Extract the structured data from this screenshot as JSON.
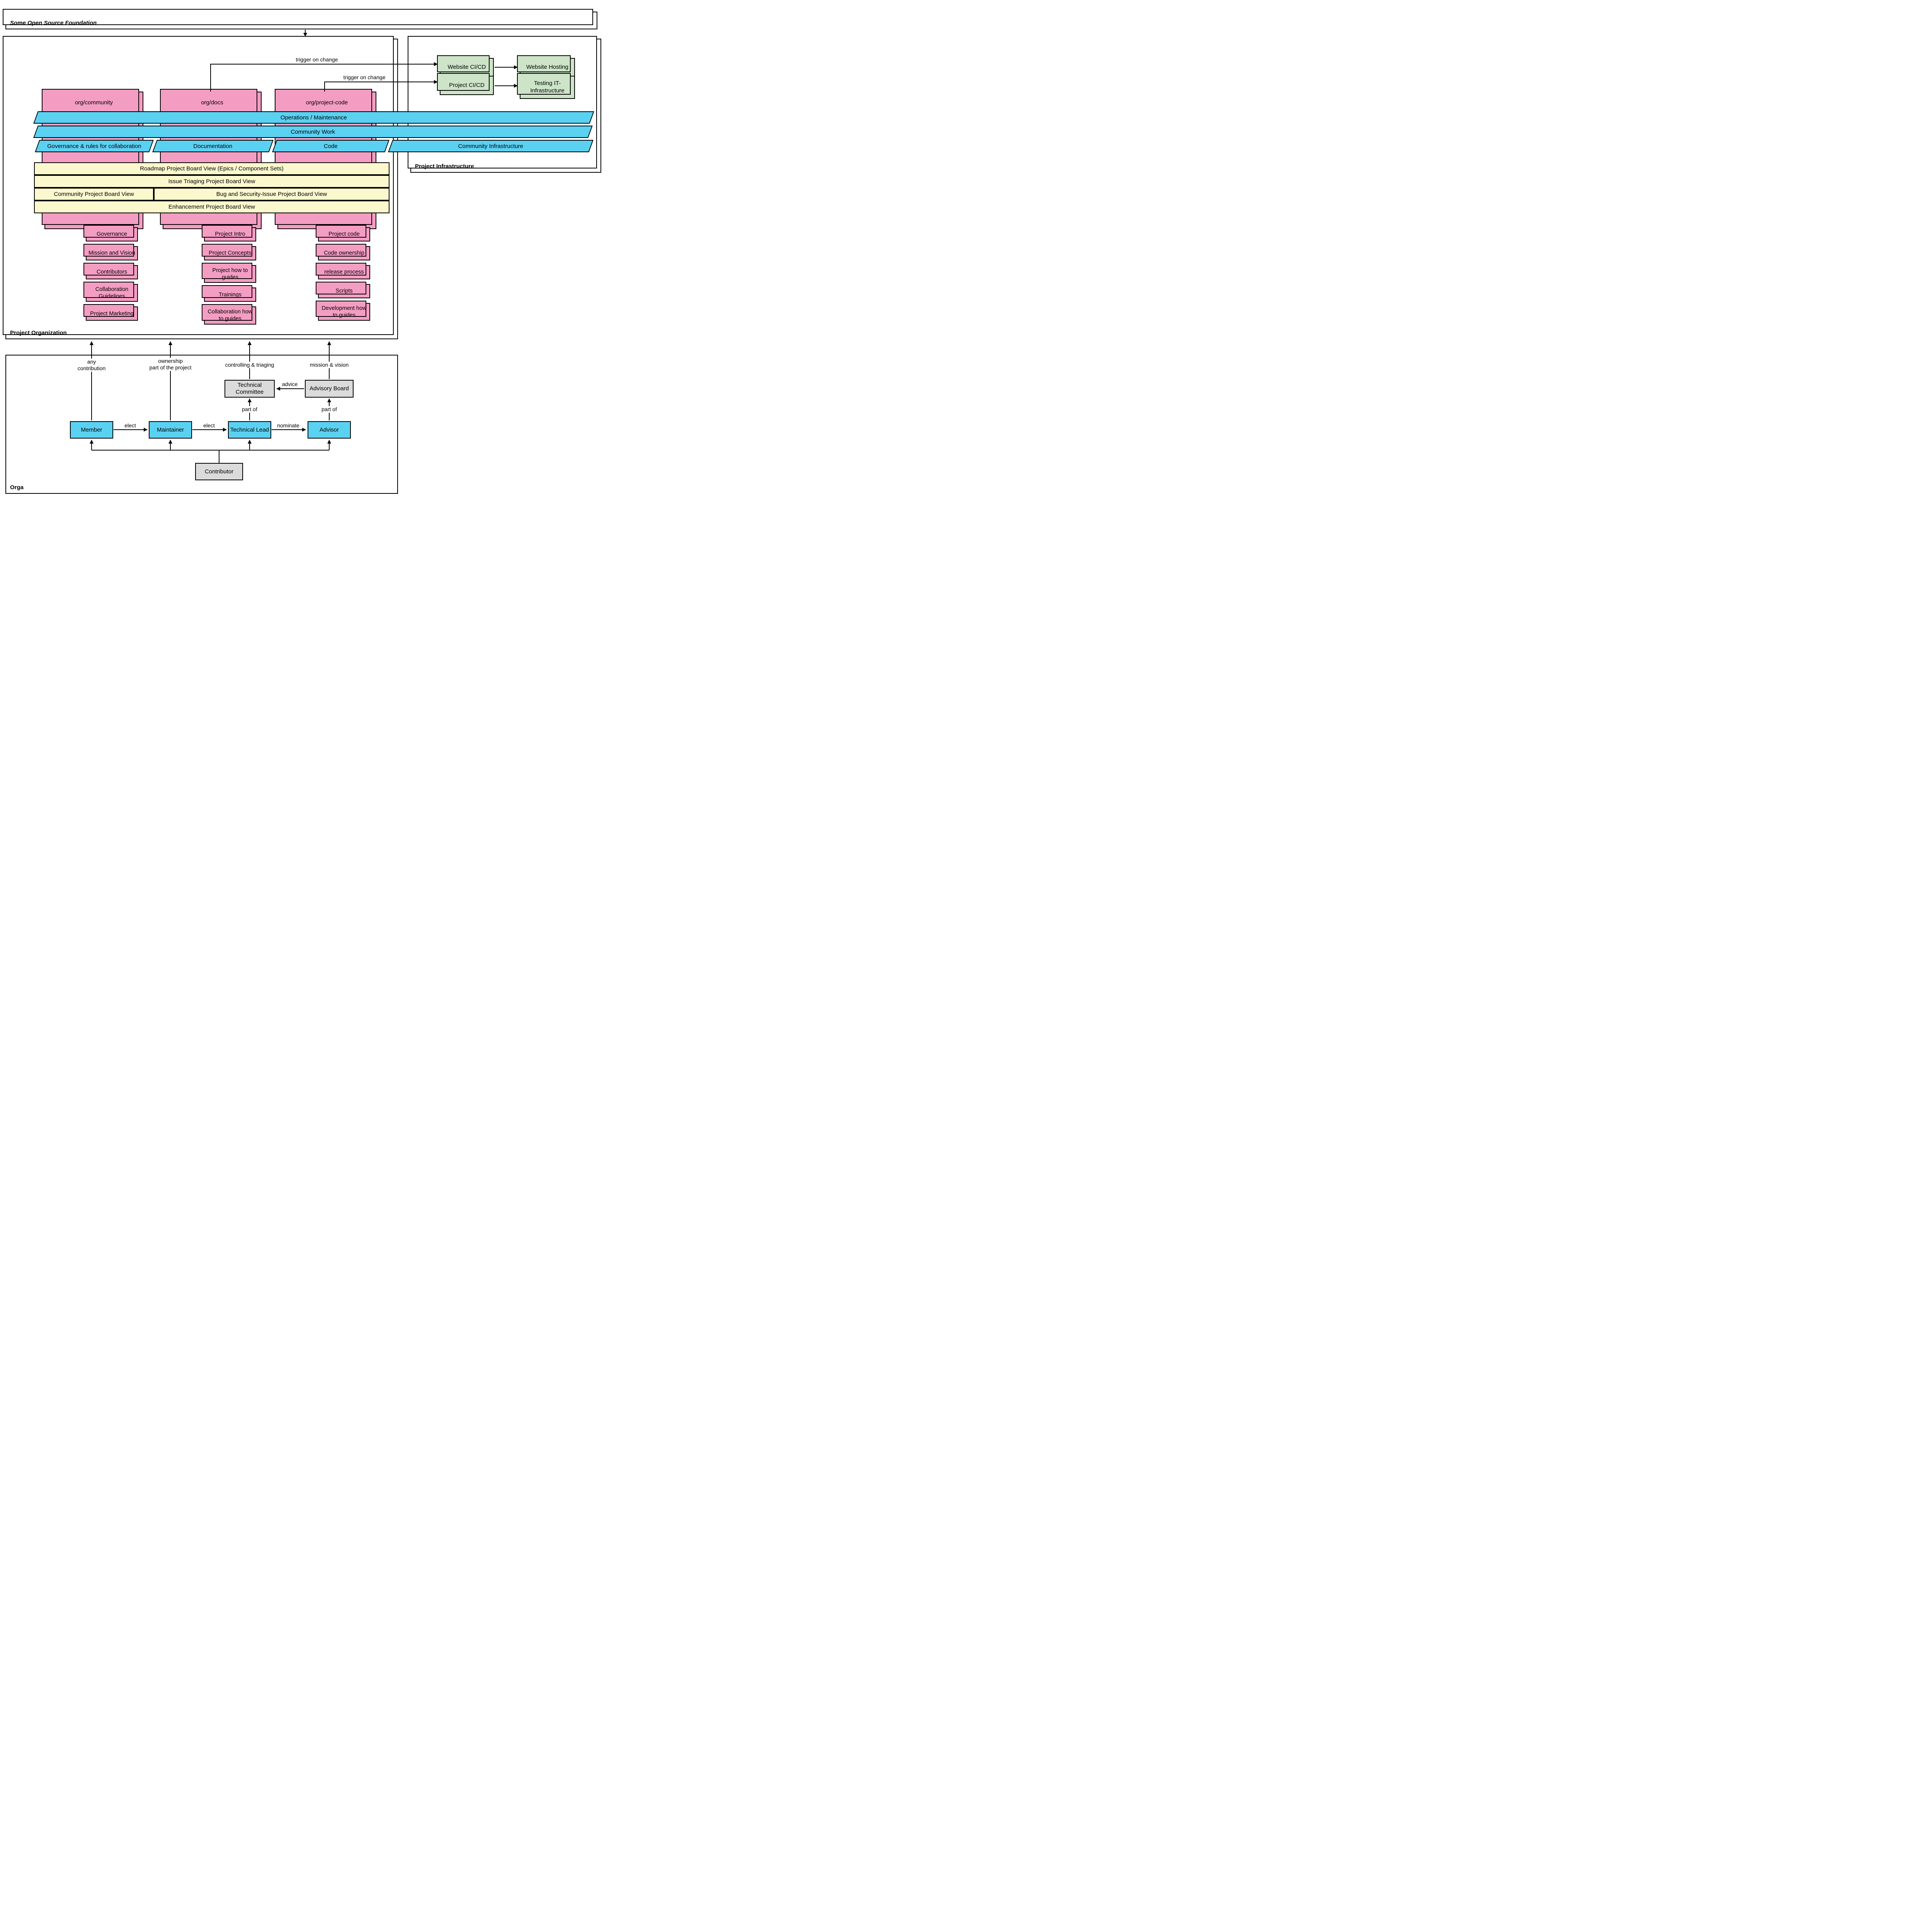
{
  "colors": {
    "pink": "#F49DC3",
    "cyan": "#5BD1F2",
    "yellow": "#FBF8CE",
    "green": "#CDE4C8",
    "gray": "#DBDBDB"
  },
  "frames": {
    "foundation": "Some Open Source Foundation",
    "project_organization": "Project Organization",
    "project_infrastructure": "Project Infrastructure",
    "orga": "Orga"
  },
  "repos": {
    "community": {
      "title": "org/community",
      "items": [
        "Governance",
        "Mission and Vision",
        "Contributors",
        "Collaboration Guidelines",
        "Project Marketing"
      ]
    },
    "docs": {
      "title": "org/docs",
      "items": [
        "Project Intro",
        "Project Concepts",
        "Project how to guides",
        "Trainings",
        "Collaboration how to guides"
      ]
    },
    "project_code": {
      "title": "org/project-code",
      "items": [
        "Project code",
        "Code ownership",
        "release process",
        "Scripts",
        "Development how to guides"
      ]
    }
  },
  "bands": {
    "operations": "Operations / Maintenance",
    "community_work": "Community Work",
    "governance": "Governance & rules for collaboration",
    "documentation": "Documentation",
    "code": "Code",
    "community_infrastructure": "Community Infrastructure"
  },
  "boards": {
    "roadmap": "Roadmap Project Board View (Epics / Component Sets)",
    "issue_triaging": "Issue Triaging Project Board View",
    "community": "Community Project Board View",
    "bug_security": "Bug and Security-Issue Project Board View",
    "enhancement": "Enhancement Project Board View"
  },
  "infrastructure": {
    "website_cicd": "Website CI/CD",
    "project_cicd": "Project CI/CD",
    "website_hosting": "Website Hosting",
    "testing_it": "Testing IT-Infrastructure"
  },
  "orga": {
    "technical_committee": "Technical Committee",
    "advisory_board": "Advisory Board",
    "member": "Member",
    "maintainer": "Maintainer",
    "technical_lead": "Technical Lead",
    "advisor": "Advisor",
    "contributor": "Contributor"
  },
  "edge_labels": {
    "trigger_website": "trigger on change",
    "trigger_project": "trigger on change",
    "any_contribution": "any\ncontribution",
    "ownership": "ownership\npart of the project",
    "controlling_triaging": "controlling & triaging",
    "mission_vision": "mission & vision",
    "advice": "advice",
    "part_of_tc": "part of",
    "part_of_ab": "part of",
    "elect_member": "elect",
    "elect_maintainer": "elect",
    "nominate": "nominate"
  }
}
